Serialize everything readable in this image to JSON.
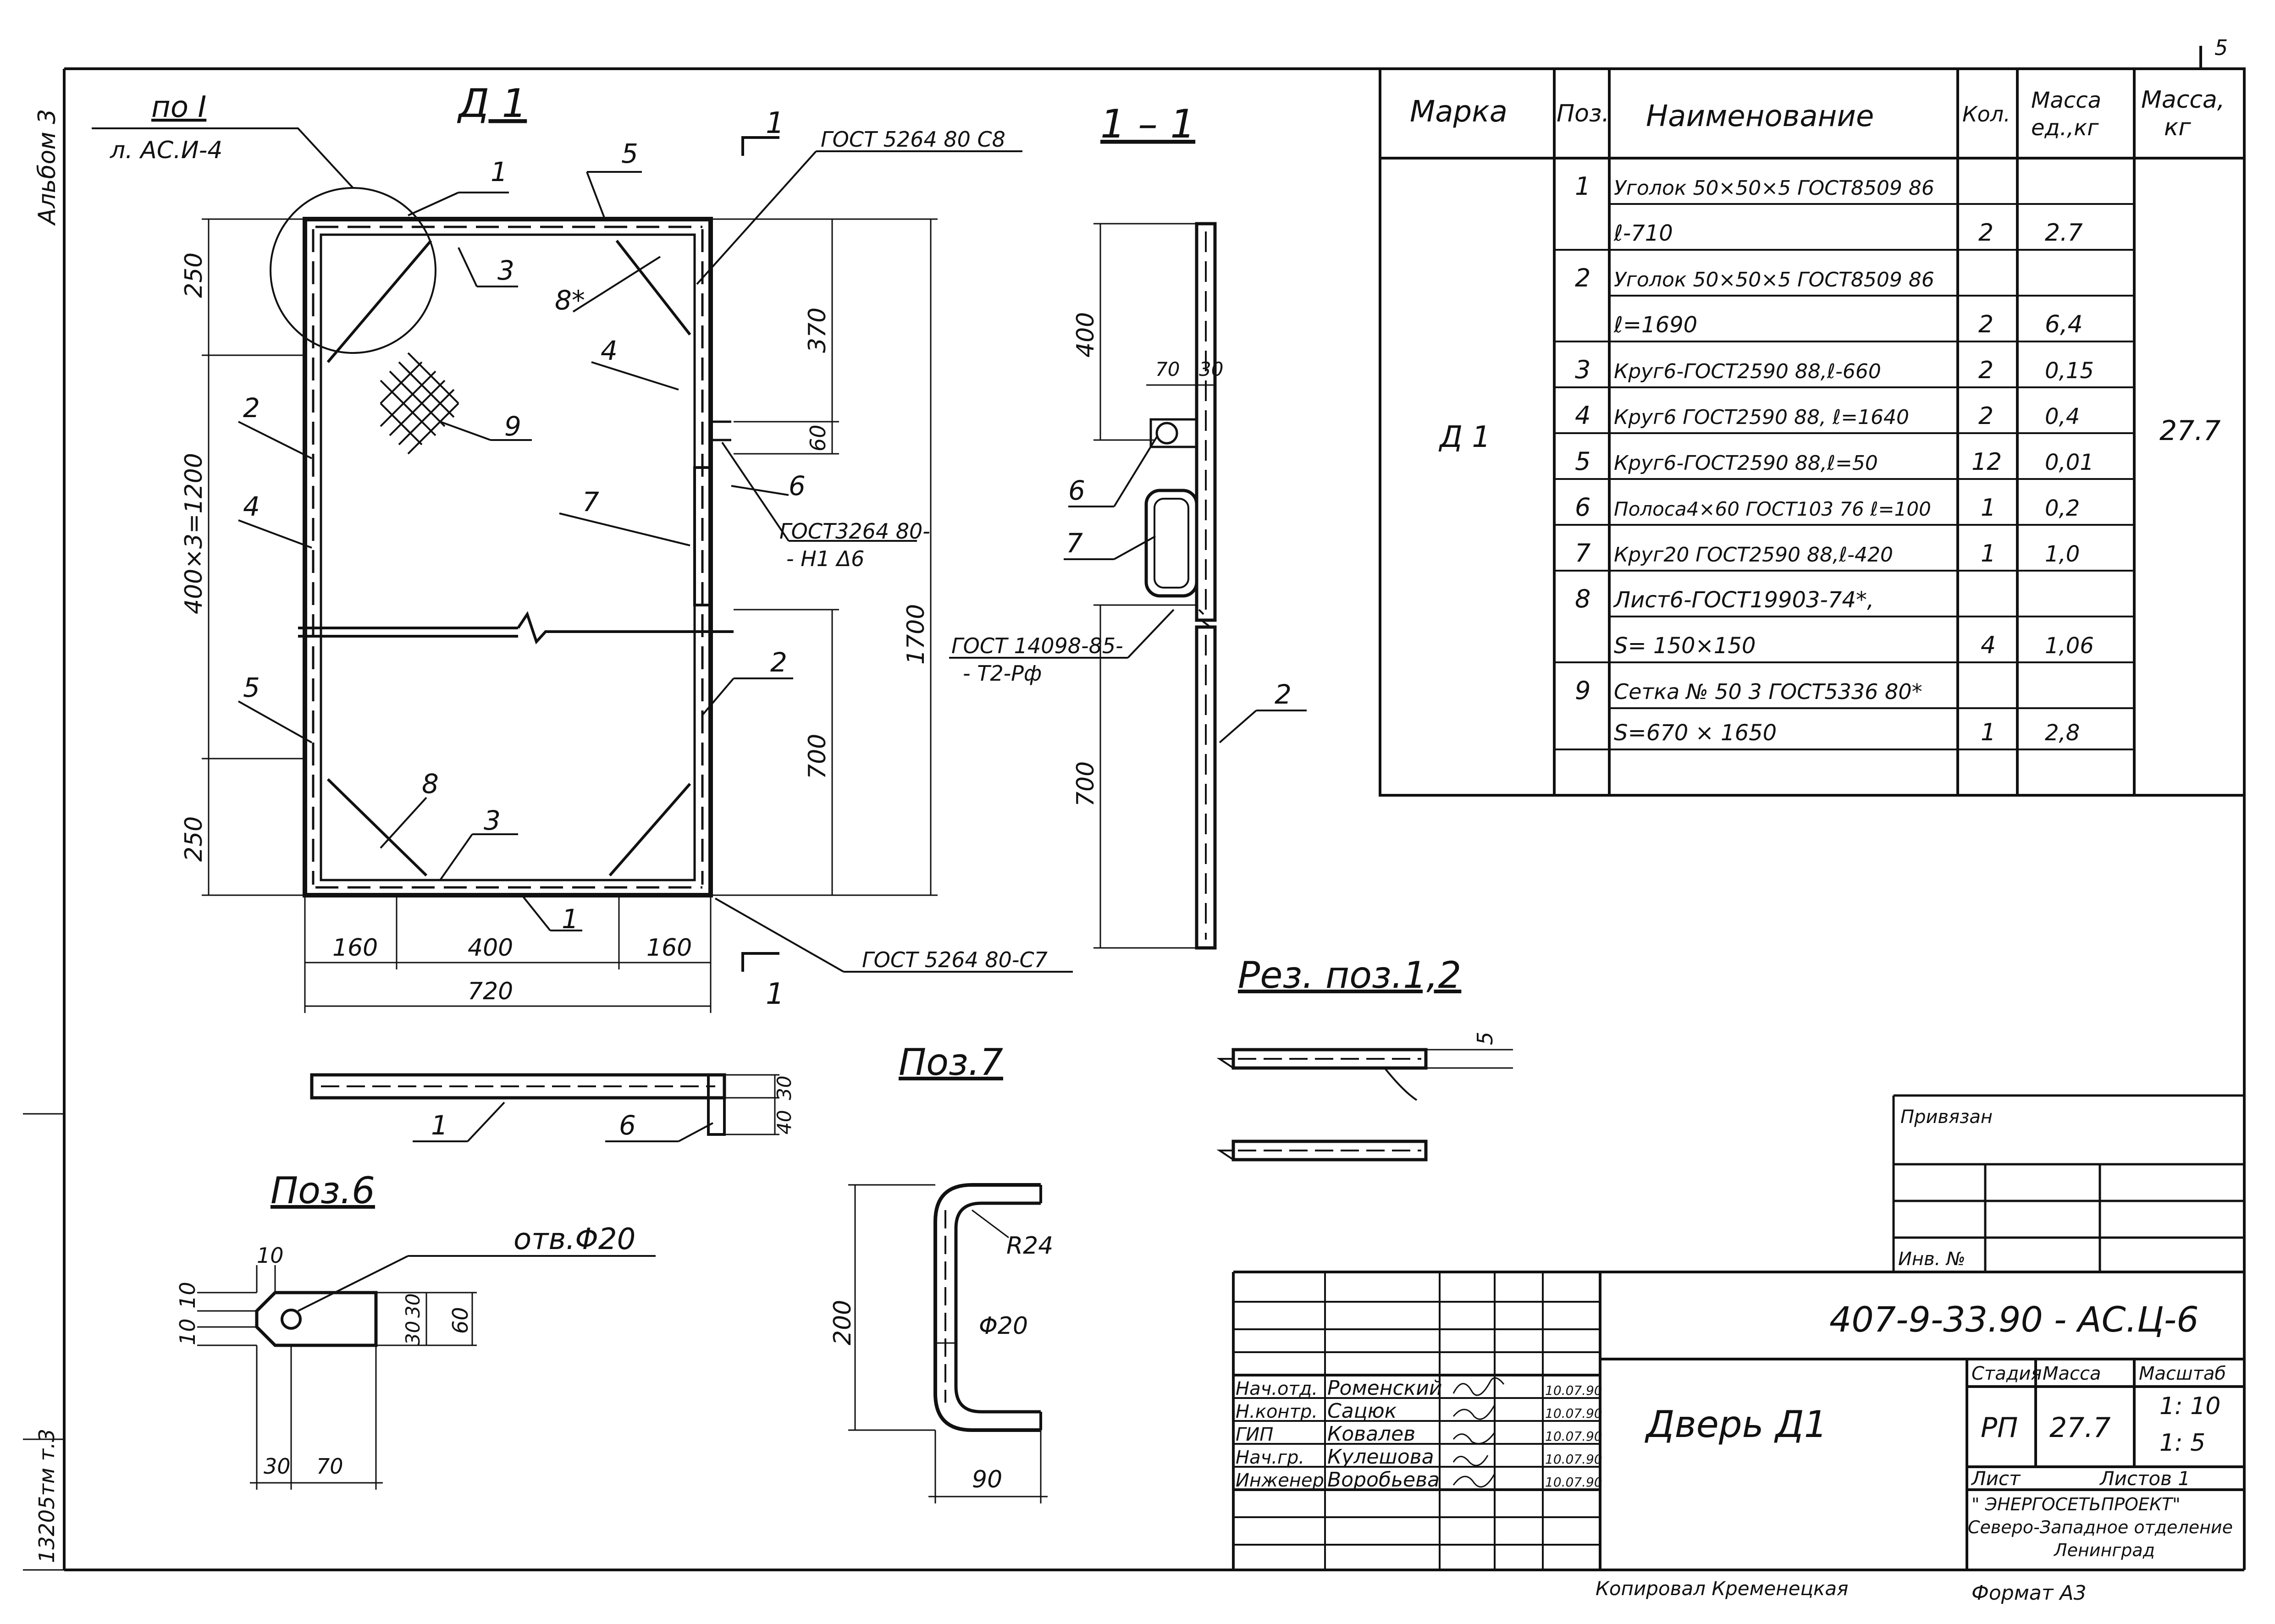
{
  "margin_text": {
    "album": "Альбом 3",
    "inv": "13205тм т.3",
    "corner": "5"
  },
  "view_d1": {
    "title": "Д 1",
    "callout_ref_top": "по I",
    "callout_ref_bottom": "л. АС.И-4",
    "section_mark": "1",
    "gost_top": "ГОСТ 5264 80 С8",
    "gost_bottom": "ГОСТ 5264 80-С7",
    "gost_mid_1": "ГОСТ3264 80-",
    "gost_mid_2": "- Н1 Δ6",
    "gost_left_1": "ГОСТ 14098-85-",
    "gost_left_2": "- Т2-Рф",
    "pos_labels": [
      "1",
      "5",
      "3",
      "8*",
      "4",
      "9",
      "2",
      "4",
      "7",
      "6",
      "5",
      "8",
      "3",
      "2",
      "1"
    ],
    "dims_left": [
      "250",
      "400×3=1200",
      "250"
    ],
    "dims_right": [
      "370",
      "60",
      "1700",
      "700"
    ],
    "dims_bottom": [
      "160",
      "400",
      "160",
      "720"
    ]
  },
  "view_section": {
    "title": "1 – 1",
    "dims": [
      "400",
      "70",
      "30",
      "700"
    ],
    "pos_labels": [
      "6",
      "7",
      "2"
    ]
  },
  "detail_rez": {
    "title": "Рез. поз.1,2",
    "dim": "5"
  },
  "detail_pos1": {
    "pos_labels": [
      "1",
      "6"
    ],
    "dims": [
      "30",
      "40"
    ]
  },
  "detail_pos6": {
    "title": "Поз.6",
    "hole": "отв.Φ20",
    "dims": [
      "10",
      "10",
      "10",
      "30",
      "30",
      "60",
      "30",
      "70"
    ]
  },
  "detail_pos7": {
    "title": "Поз.7",
    "dims": [
      "R24",
      "200",
      "Φ20",
      "90"
    ]
  },
  "spec_table": {
    "headers": [
      "Марка",
      "Поз.",
      "Наименование",
      "Кол.",
      "Масса ед.,кг",
      "Масса, кг"
    ],
    "mark": "Д 1",
    "total_mass": "27.7",
    "rows": [
      {
        "pos": "1",
        "name": "Уголок 50×50×5 ГОСТ8509 86",
        "qty": "",
        "mass": ""
      },
      {
        "pos": "",
        "name": "ℓ-710",
        "qty": "2",
        "mass": "2.7"
      },
      {
        "pos": "2",
        "name": "Уголок 50×50×5 ГОСТ8509 86",
        "qty": "",
        "mass": ""
      },
      {
        "pos": "",
        "name": "ℓ=1690",
        "qty": "2",
        "mass": "6,4"
      },
      {
        "pos": "3",
        "name": "Круг6-ГОСТ2590 88,ℓ-660",
        "qty": "2",
        "mass": "0,15"
      },
      {
        "pos": "4",
        "name": "Круг6 ГОСТ2590 88, ℓ=1640",
        "qty": "2",
        "mass": "0,4"
      },
      {
        "pos": "5",
        "name": "Круг6-ГОСТ2590 88,ℓ=50",
        "qty": "12",
        "mass": "0,01"
      },
      {
        "pos": "6",
        "name": "Полоса4×60 ГОСТ103 76 ℓ=100",
        "qty": "1",
        "mass": "0,2"
      },
      {
        "pos": "7",
        "name": "Круг20 ГОСТ2590 88,ℓ-420",
        "qty": "1",
        "mass": "1,0"
      },
      {
        "pos": "8",
        "name": "Лист6-ГОСТ19903-74*,",
        "qty": "",
        "mass": ""
      },
      {
        "pos": "",
        "name": "S= 150×150",
        "qty": "4",
        "mass": "1,06"
      },
      {
        "pos": "9",
        "name": "Сетка № 50 3 ГОСТ5336 80*",
        "qty": "",
        "mass": ""
      },
      {
        "pos": "",
        "name": "S=670 × 1650",
        "qty": "1",
        "mass": "2,8"
      }
    ]
  },
  "title_block": {
    "privyazan": "Привязан",
    "inv_no": "Инв. №",
    "code": "407-9-33.90 - АС.Ц-6",
    "name": "Дверь Д1",
    "col_stage": "Стадия",
    "col_mass": "Масса",
    "col_scale": "Масштаб",
    "stage": "РП",
    "mass": "27.7",
    "scale_1": "1: 10",
    "scale_2": "1: 5",
    "sheet": "Лист",
    "sheets": "Листов 1",
    "org_1": "\" ЭНЕРГОСЕТЬПРОЕКТ\"",
    "org_2": "Северо-Западное отделение",
    "org_3": "Ленинград",
    "people": [
      {
        "role": "Нач.отд.",
        "name": "Роменский",
        "date": "10.07.90"
      },
      {
        "role": "Н.контр.",
        "name": "Сацюк",
        "date": "10.07.90"
      },
      {
        "role": "ГИП",
        "name": "Ковалев",
        "date": "10.07.90"
      },
      {
        "role": "Нач.гр.",
        "name": "Кулешова",
        "date": "10.07.90"
      },
      {
        "role": "Инженер",
        "name": "Воробьева",
        "date": "10.07.90"
      }
    ],
    "copied": "Копировал Кременецкая",
    "format": "Формат А3"
  }
}
